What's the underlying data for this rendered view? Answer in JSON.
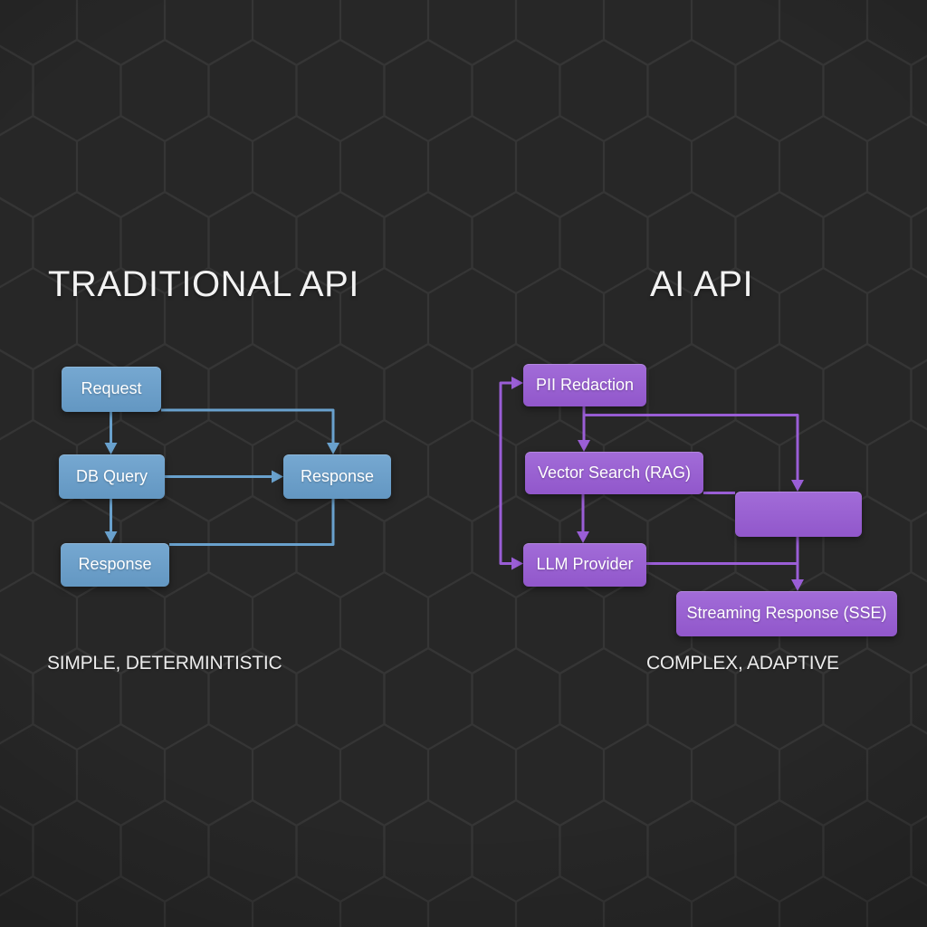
{
  "left_panel": {
    "title": "TRADITIONAL API",
    "caption": "SIMPLE, DETERMINTISTIC",
    "nodes": [
      {
        "id": "request",
        "label": "Request"
      },
      {
        "id": "db-query",
        "label": "DB Query"
      },
      {
        "id": "response-mid",
        "label": "Response"
      },
      {
        "id": "response-bottom",
        "label": "Response"
      }
    ]
  },
  "right_panel": {
    "title": "AI API",
    "caption": "COMPLEX, ADAPTIVE",
    "nodes": [
      {
        "id": "pii-redaction",
        "label": "PII Redaction"
      },
      {
        "id": "vector-search",
        "label": "Vector Search (RAG)"
      },
      {
        "id": "llm-provider",
        "label": "LLM Provider"
      },
      {
        "id": "unlabeled-box",
        "label": ""
      },
      {
        "id": "streaming-response",
        "label": "Streaming Response (SSE)"
      }
    ]
  },
  "colors": {
    "background": "#272727",
    "hexagon_line": "#373737",
    "blue_box": "#6d9fc9",
    "blue_line": "#69a1cd",
    "purple_box": "#9b63d2",
    "purple_line": "#9a5ed6",
    "title_text": "#f2f2f2",
    "box_text": "#ffffff"
  }
}
